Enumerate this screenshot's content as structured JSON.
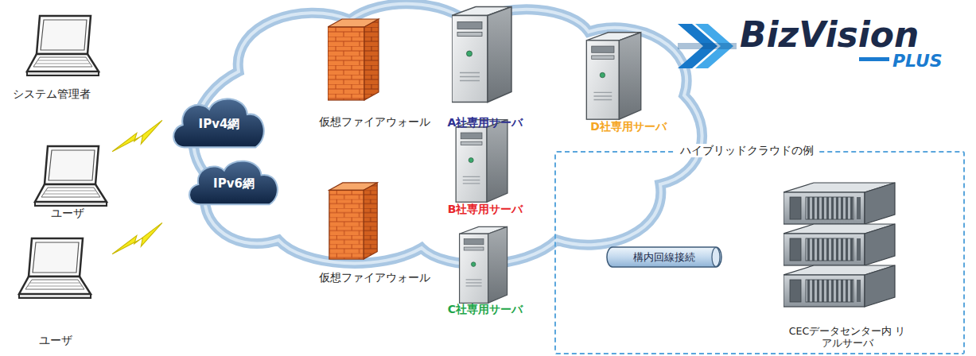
{
  "diagram": {
    "nodes": [
      {
        "text": [
          "システム管理者"
        ]
      },
      {
        "text": [
          "ユーザ"
        ]
      },
      {
        "text": [
          "ユーザ"
        ]
      },
      {
        "text": [
          "IPv4網"
        ]
      },
      {
        "text": [
          "IPv6網"
        ]
      },
      {
        "text": [
          "仮想ファイアウォール"
        ]
      },
      {
        "text": [
          "A社専用サーバ"
        ]
      },
      {
        "text": [
          "B社専用サーバ"
        ]
      },
      {
        "text": [
          "仮想ファイアウォール"
        ]
      },
      {
        "text": [
          "C社専用サーバ"
        ]
      },
      {
        "text": [
          "D社専用サーバ"
        ]
      },
      {
        "text": [
          "ハイブリッドクラウドの例"
        ]
      },
      {
        "text": [
          "構内回線接続"
        ],
        "in": 11
      },
      {
        "text": [
          "CECデータセンター内 リアルサーバ"
        ],
        "in": 11
      }
    ],
    "labels": [
      "BizVision",
      "PLUS"
    ]
  }
}
